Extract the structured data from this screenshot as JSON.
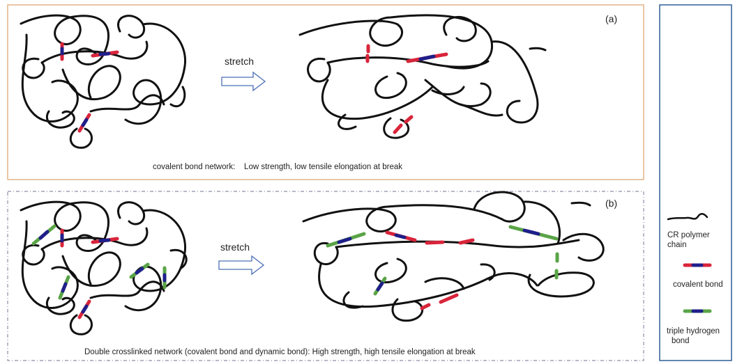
{
  "panel_a": {
    "label": "(a)",
    "arrow_label": "stretch",
    "caption": "covalent bond network:    Low strength, low tensile elongation at break"
  },
  "panel_b": {
    "label": "(b)",
    "arrow_label": "stretch",
    "caption": "Double crosslinked network (covalent bond and dynamic bond): High strength, high tensile elongation at break"
  },
  "legend": {
    "polymer_line1": "CR polymer",
    "polymer_line2": "chain",
    "covalent": "covalent bond",
    "hydrogen_line1": "triple hydrogen",
    "hydrogen_line2": "bond"
  },
  "colors": {
    "chain": "#111111",
    "covalent_red": "#d8243a",
    "core_blue": "#1f1f8a",
    "hydrogen_green": "#5aa447",
    "panel_a_border": "#e2b488",
    "panel_b_border": "#8a8fa6",
    "legend_border": "#2e5f96",
    "arrow_stroke": "#4a6fb5"
  }
}
